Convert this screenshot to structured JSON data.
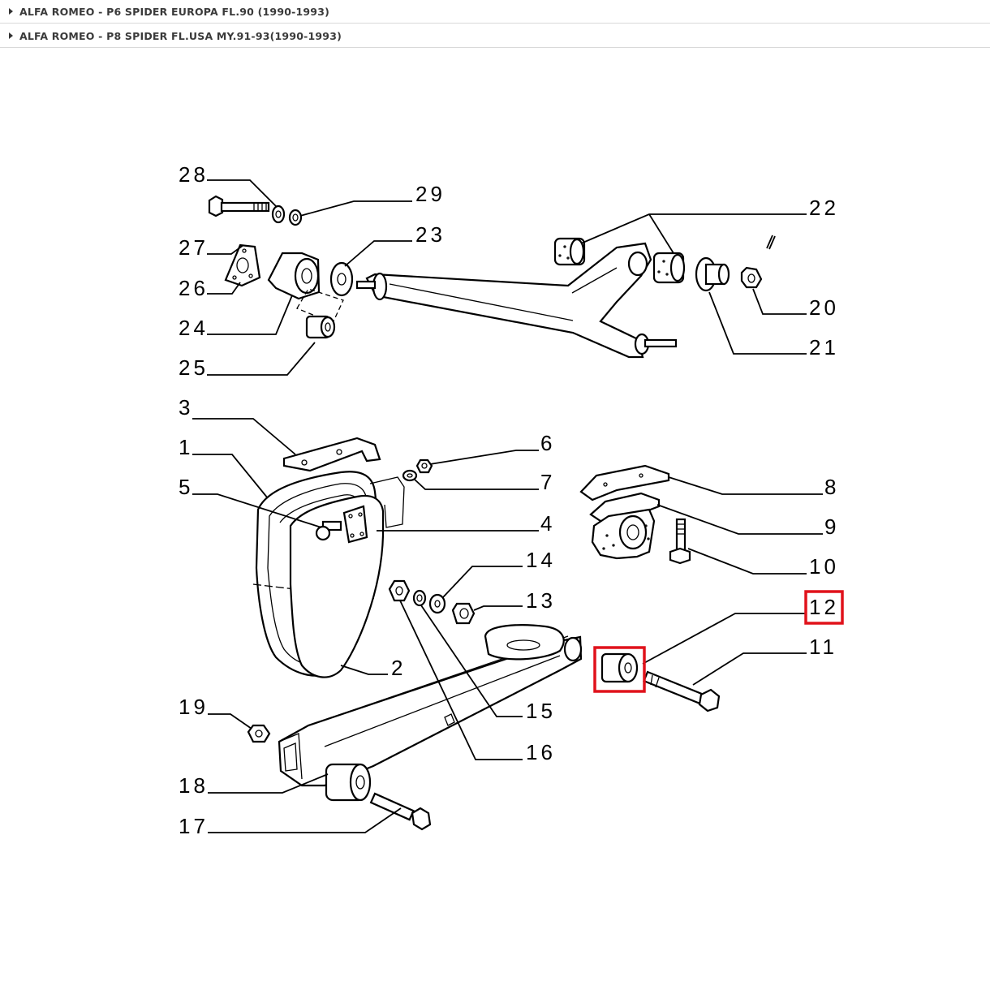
{
  "tree": {
    "items": [
      {
        "label": "ALFA ROMEO - P6 SPIDER EUROPA FL.90 (1990-1993)"
      },
      {
        "label": "ALFA ROMEO - P8 SPIDER FL.USA MY.91-93(1990-1993)"
      }
    ]
  },
  "diagram": {
    "callouts": [
      "1",
      "2",
      "3",
      "4",
      "5",
      "6",
      "7",
      "8",
      "9",
      "10",
      "11",
      "12",
      "13",
      "14",
      "15",
      "16",
      "17",
      "18",
      "19",
      "20",
      "21",
      "22",
      "23",
      "24",
      "25",
      "26",
      "27",
      "28",
      "29"
    ],
    "highlighted": "12",
    "highlight_color": "#e0121b"
  }
}
